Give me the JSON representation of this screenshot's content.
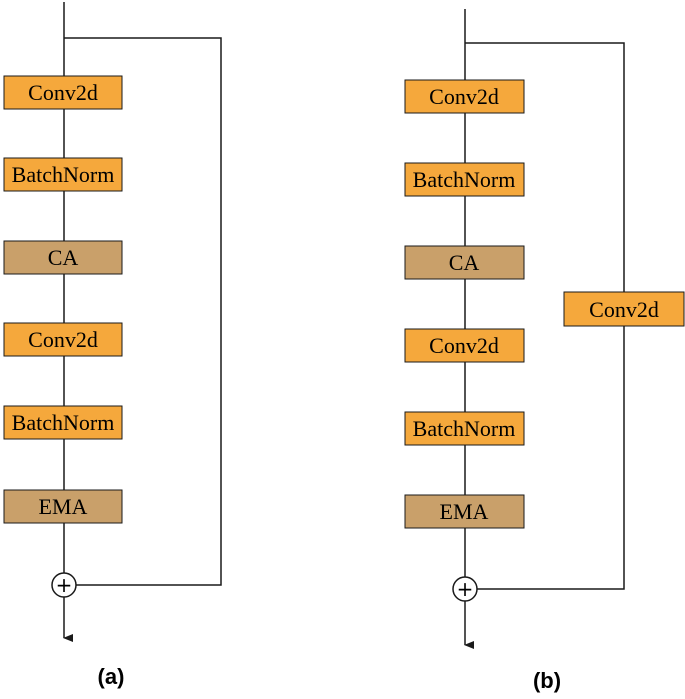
{
  "colors": {
    "orange_block": "#F5A83C",
    "tan_block": "#C9A06A",
    "line": "#1a1a1a"
  },
  "panel_a": {
    "label": "(a)",
    "blocks": [
      {
        "text": "Conv2d",
        "kind": "orange"
      },
      {
        "text": "BatchNorm",
        "kind": "orange"
      },
      {
        "text": "CA",
        "kind": "tan"
      },
      {
        "text": "Conv2d",
        "kind": "orange"
      },
      {
        "text": "BatchNorm",
        "kind": "orange"
      },
      {
        "text": "EMA",
        "kind": "tan"
      }
    ],
    "sum_symbol": "+"
  },
  "panel_b": {
    "label": "(b)",
    "blocks": [
      {
        "text": "Conv2d",
        "kind": "orange"
      },
      {
        "text": "BatchNorm",
        "kind": "orange"
      },
      {
        "text": "CA",
        "kind": "tan"
      },
      {
        "text": "Conv2d",
        "kind": "orange"
      },
      {
        "text": "BatchNorm",
        "kind": "orange"
      },
      {
        "text": "EMA",
        "kind": "tan"
      }
    ],
    "shortcut_block": {
      "text": "Conv2d",
      "kind": "orange"
    },
    "sum_symbol": "+"
  }
}
